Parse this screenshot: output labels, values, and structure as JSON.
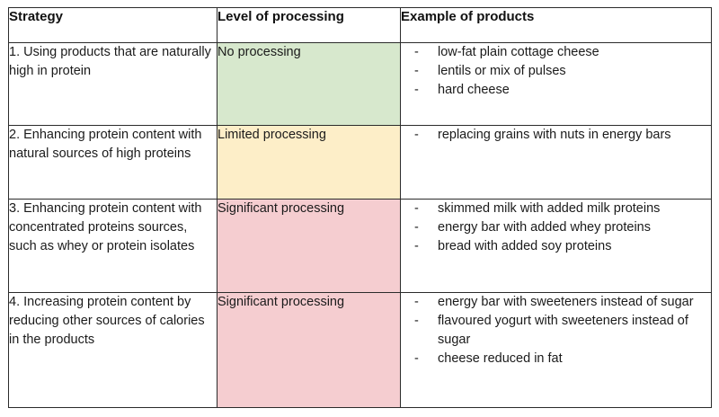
{
  "table": {
    "columns": [
      {
        "key": "strategy",
        "label": "Strategy"
      },
      {
        "key": "level",
        "label": "Level of processing"
      },
      {
        "key": "example",
        "label": "Example of products"
      }
    ],
    "colors": {
      "no_processing": "#d7e8cd",
      "limited_processing": "#fdeec8",
      "significant_processing": "#f5cdd0",
      "none": "#ffffff",
      "border": "#2b2b2b",
      "text": "#1b1b1b"
    },
    "bullet_marker": "-",
    "rows": [
      {
        "strategy": "1. Using products that are naturally high in protein",
        "level": "No processing",
        "level_fill": "#d7e8cd",
        "examples": [
          "low-fat plain cottage cheese",
          "lentils or mix of pulses",
          "hard cheese"
        ]
      },
      {
        "strategy": "2. Enhancing protein content with natural sources of high proteins",
        "level": "Limited processing",
        "level_fill": "#fdeec8",
        "examples": [
          "replacing grains with nuts in energy bars"
        ]
      },
      {
        "strategy": "3. Enhancing protein content with concentrated proteins sources, such as whey or protein isolates",
        "level": "Significant processing",
        "level_fill": "#f5cdd0",
        "examples": [
          "skimmed milk with added milk proteins",
          "energy bar with added whey proteins",
          "bread with added soy proteins"
        ]
      },
      {
        "strategy": "4. Increasing protein content by reducing other sources of calories in the products",
        "level": "Significant processing",
        "level_fill": "#f5cdd0",
        "examples": [
          "energy bar with sweeteners instead of sugar",
          "flavoured yogurt with sweeteners instead of sugar",
          "cheese reduced in fat"
        ]
      }
    ]
  }
}
